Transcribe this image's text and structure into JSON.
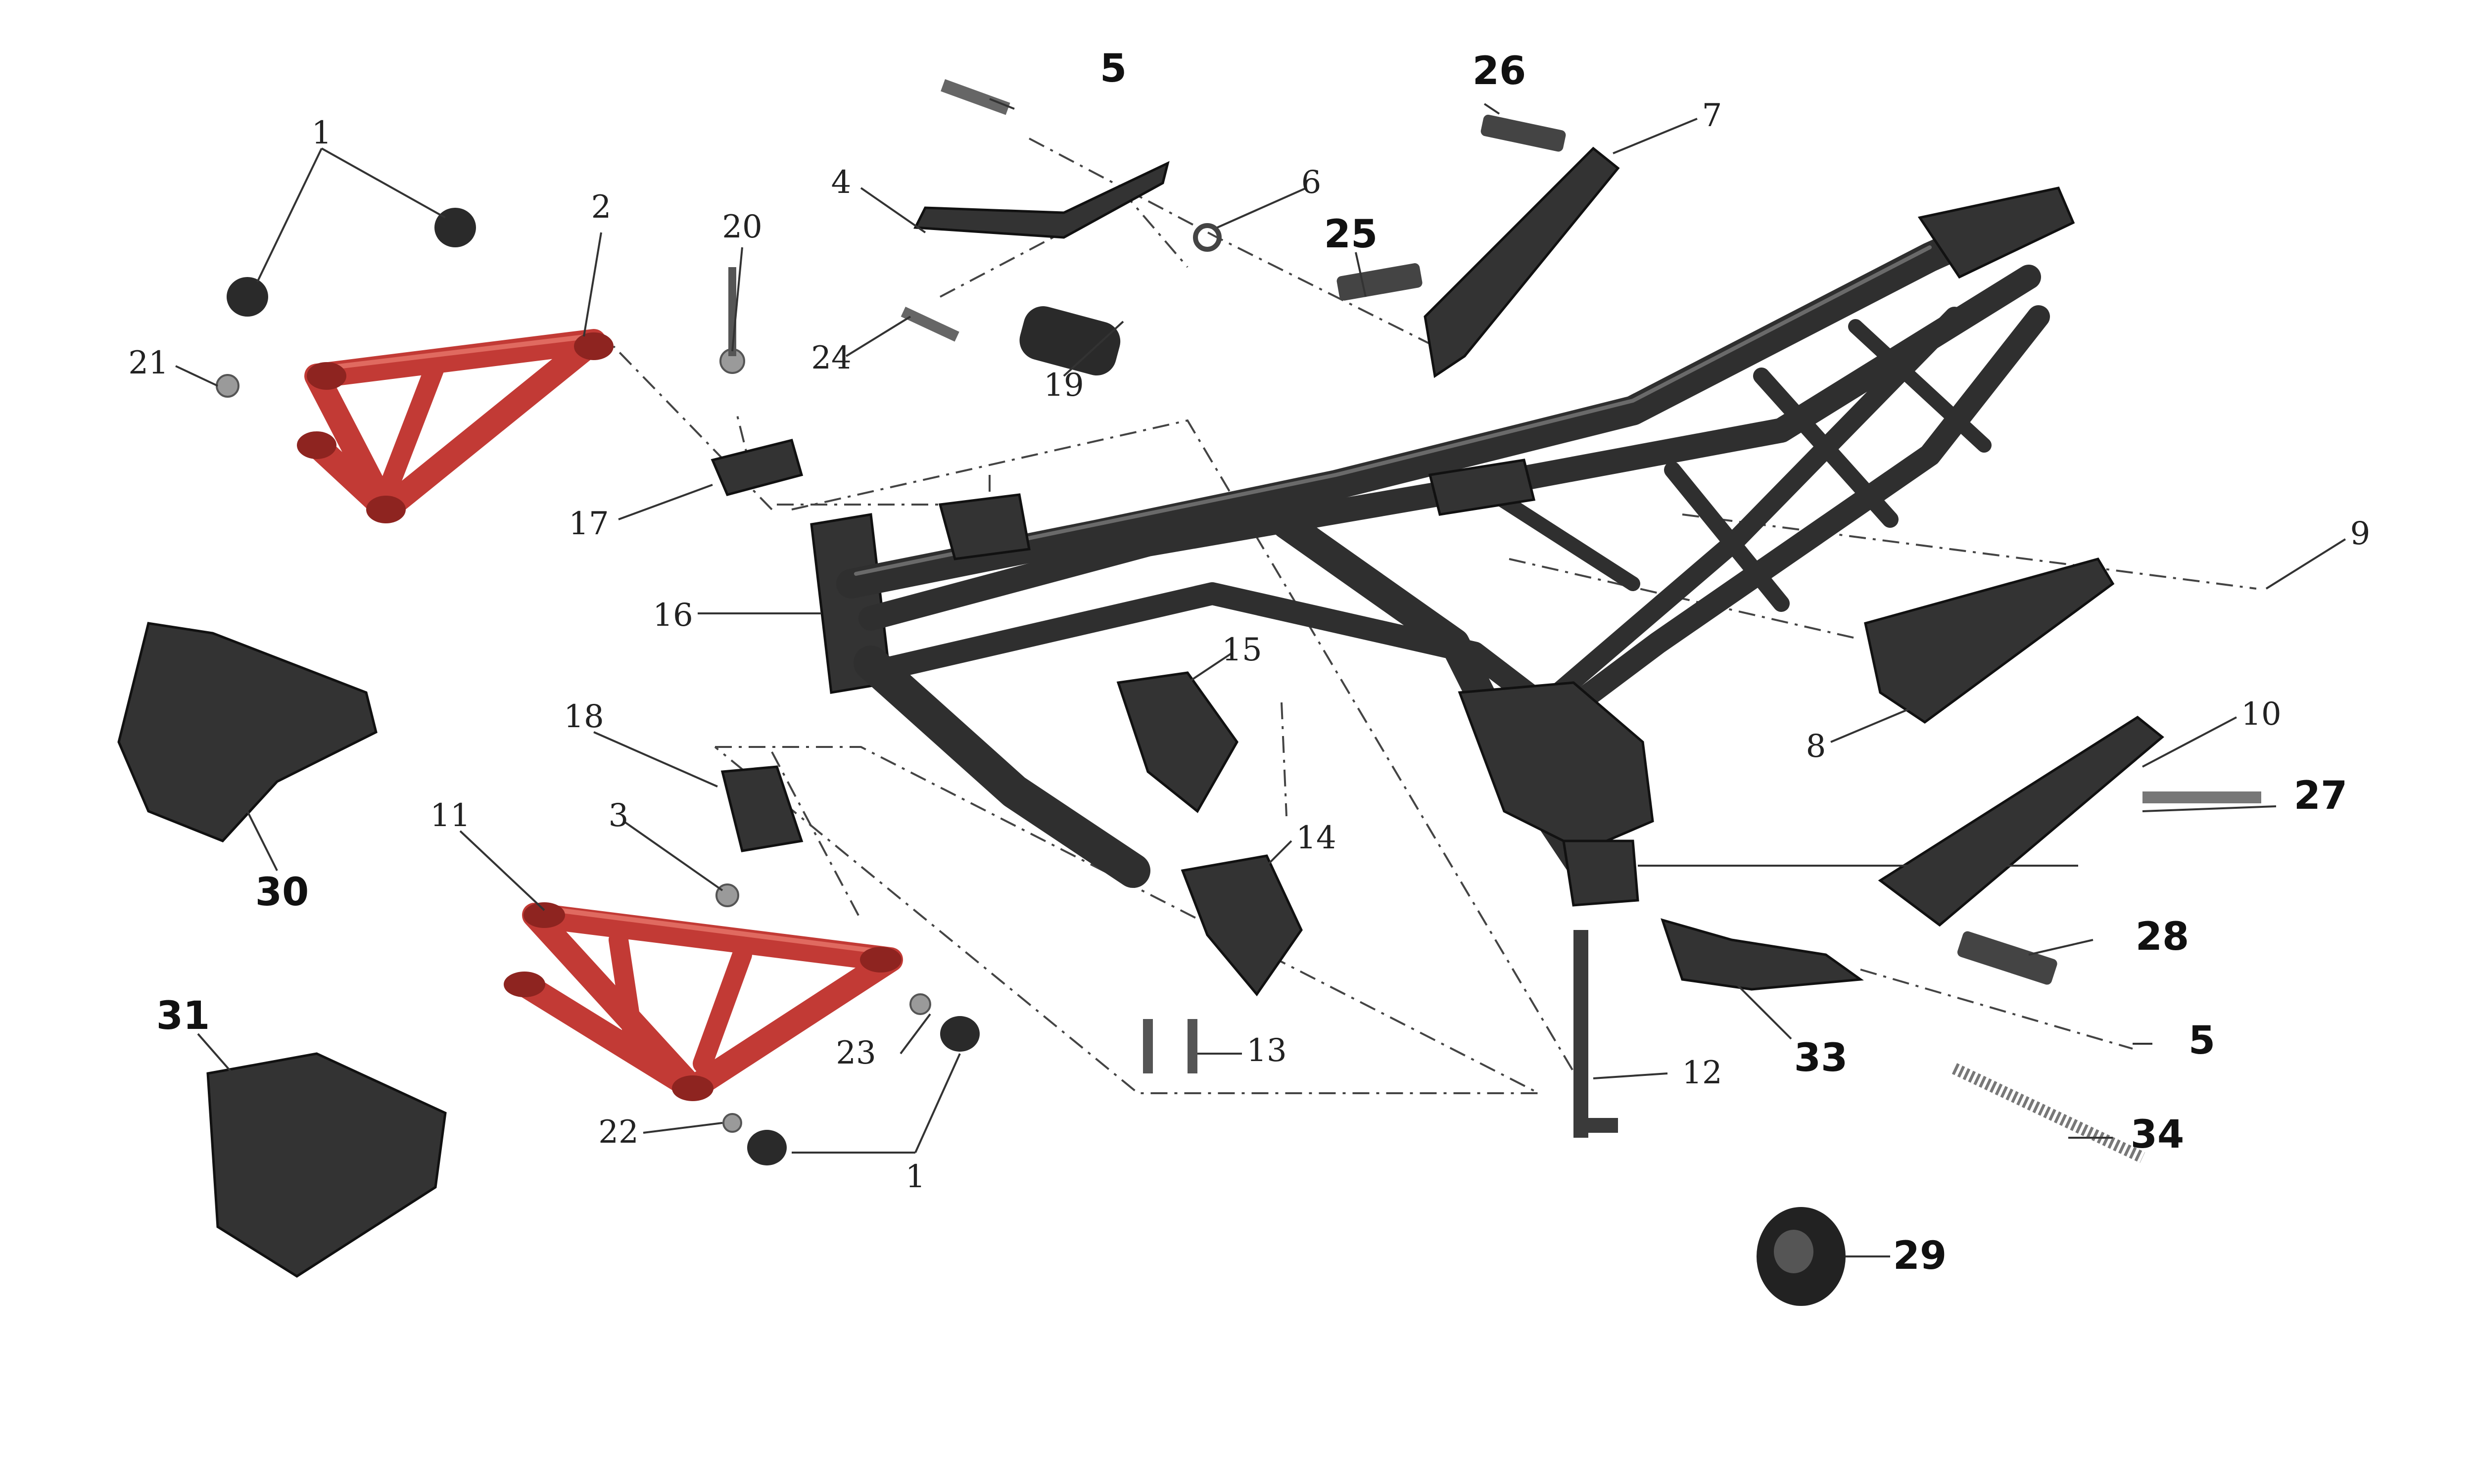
{
  "diagram": {
    "callouts": {
      "c1a": "1",
      "c1b": "1",
      "c2": "2",
      "c3": "3",
      "c4": "4",
      "c5a": "5",
      "c5b": "5",
      "c6": "6",
      "c7": "7",
      "c8": "8",
      "c9": "9",
      "c10": "10",
      "c11": "11",
      "c12": "12",
      "c13": "13",
      "c14": "14",
      "c15": "15",
      "c16": "16",
      "c17": "17",
      "c18": "18",
      "c19": "19",
      "c20": "20",
      "c21": "21",
      "c22": "22",
      "c23": "23",
      "c24": "24",
      "c25": "25",
      "c26": "26",
      "c27": "27",
      "c28": "28",
      "c29": "29",
      "c30": "30",
      "c31": "31",
      "c33": "33",
      "c34": "34"
    },
    "colors": {
      "frame": "#2f2f2f",
      "engine_mount": "#c23a35",
      "background": "#ffffff"
    }
  }
}
